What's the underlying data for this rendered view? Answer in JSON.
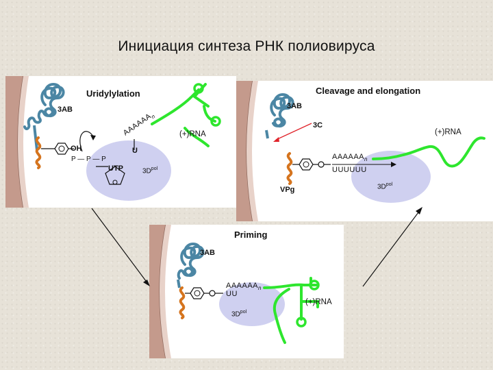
{
  "slide": {
    "title": "Инициация синтеза РНК полиовируса"
  },
  "panels": {
    "uridylylation": {
      "title": "Uridylylation",
      "label_3ab": "3AB",
      "label_oh": "OH",
      "label_pp": "P — P — P",
      "label_utp": "UTP",
      "label_u": "U",
      "label_polya": "AAAAAA",
      "label_n": "n",
      "label_rna": "(+)RNA",
      "label_3dpol": "3D",
      "label_pol": "pol"
    },
    "cleavage": {
      "title": "Cleavage and elongation",
      "label_3ab": "3AB",
      "label_3c": "3C",
      "label_rna": "(+)RNA",
      "label_polya": "AAAAAA",
      "label_n": "n",
      "label_uuuuuu": "UUUUUU",
      "label_vpg": "VPg",
      "label_3dpol": "3D",
      "label_pol": "pol"
    },
    "priming": {
      "title": "Priming",
      "label_3ab": "3AB",
      "label_polya": "AAAAAA",
      "label_n": "n",
      "label_uu": "UU",
      "label_rna": "(+)RNA",
      "label_3dpol": "3D",
      "label_pol": "pol"
    }
  },
  "colors": {
    "membrane": "#c49a8c",
    "membrane_edge": "#8f6a5e",
    "protein_3ab": "#4b86a4",
    "vpg": "#d5741e",
    "rna": "#2ee62e",
    "polymerase": "#cfd0f0",
    "cleavage_arrow": "#e0242b"
  }
}
